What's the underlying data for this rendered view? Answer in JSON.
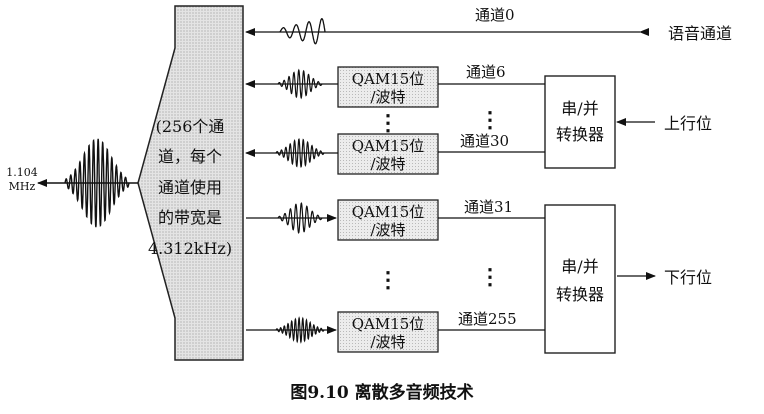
{
  "freq_label": {
    "line1": "1.104",
    "line2": "MHz"
  },
  "block_text": [
    "(256个通",
    "道，每个",
    "通道使用",
    "的带宽是",
    "4.312kHz)"
  ],
  "channels": {
    "ch0": "通道0",
    "ch6": "通道6",
    "ch30": "通道30",
    "ch31": "通道31",
    "ch255": "通道255"
  },
  "voice_label": "语音通道",
  "qam_label": {
    "line1": "QAM15位",
    "line2": "/波特"
  },
  "converter_label": {
    "line1": "串/并",
    "line2": "转换器"
  },
  "upstream_label": "上行位",
  "downstream_label": "下行位",
  "ellipsis": "⋮",
  "caption": "图9.10   离散多音频技术"
}
